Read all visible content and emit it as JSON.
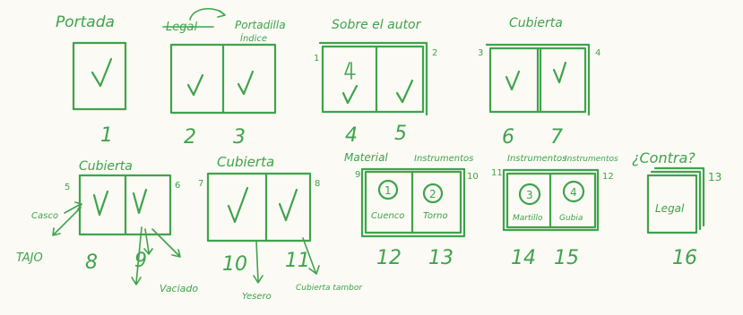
{
  "row1": {
    "headers": {
      "portada": "Portada",
      "legal_struck": "Legal",
      "portadilla": "Portadilla",
      "indice": "Índice",
      "sobre_autor": "Sobre el autor",
      "cubierta_1": "Cubierta"
    },
    "pages": [
      "1",
      "2",
      "3",
      "4",
      "5",
      "6",
      "7"
    ],
    "markers": [
      "1",
      "2",
      "3",
      "4"
    ]
  },
  "row2": {
    "headers": {
      "cubierta_2": "Cubierta",
      "cubierta_3": "Cubierta",
      "material": "Material",
      "instrumentos_1": "Instrumentos",
      "instrumentos_2": "Instrumentos",
      "instrumentos_3": "Instrumentos",
      "contra": "¿Contra?"
    },
    "pages": [
      "8",
      "9",
      "10",
      "11",
      "12",
      "13",
      "14",
      "15",
      "16"
    ],
    "markers": [
      "5",
      "6",
      "7",
      "8",
      "9",
      "10",
      "11",
      "12",
      "13"
    ],
    "circles": [
      "1",
      "2",
      "3",
      "4"
    ],
    "labels": {
      "cuenco": "Cuenco",
      "torno": "Torno",
      "martillo": "Martillo",
      "gubia": "Gubia",
      "legal": "Legal",
      "casco": "Casco",
      "tajo": "TAJO",
      "vaciado": "Vaciado",
      "yeso": "Yesero",
      "cubierta_tambor": "Cubierta tambor"
    }
  },
  "colors": {
    "ink": "#3fa34d",
    "paper": "#fbfaf4"
  }
}
